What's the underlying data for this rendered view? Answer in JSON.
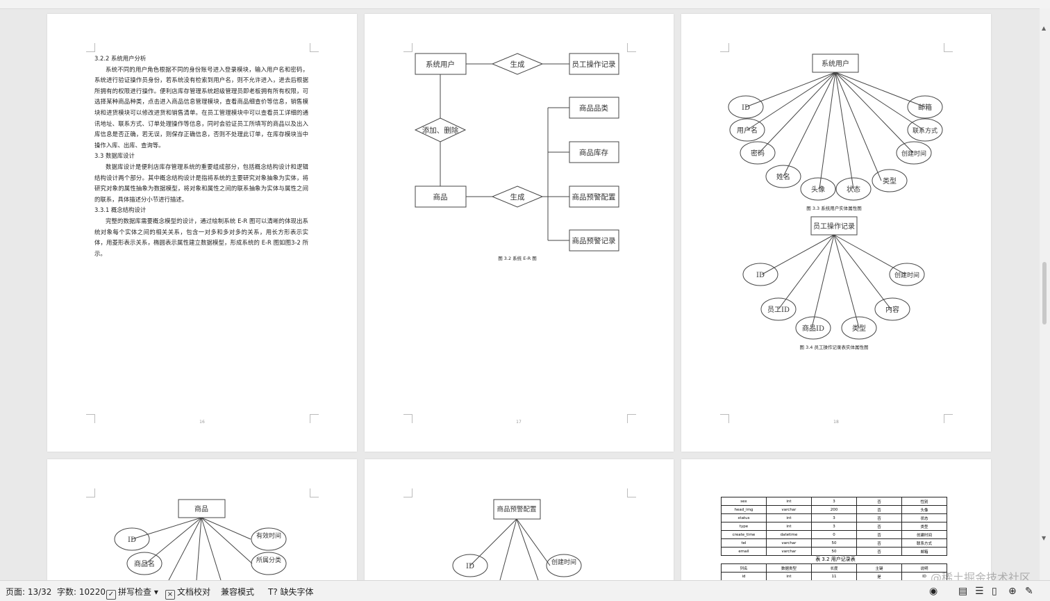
{
  "page1": {
    "h1": "3.2.2 系统用户分析",
    "p1": "系统不同的用户角色根据不同的身份账号进入登录模块，输入用户名和密码，系统进行验证操作员身份，若系统没有检索到用户名，则不允许进入，进去后根据所拥有的权限进行操作。便利店库存管理系统超级管理员即老板拥有所有权限，可选择某种商品种类，点击进入商品信息管理模块，查看商品细查价等信息，销售模块和进货模块可以修改进货和销售清单。在员工管理模块中可以查看员工详细的通讯地址、联系方式、订单处理操作等信息，同时会验证员工所填写的商品以及出入库信息是否正确，若无误，则保存正确信息，否则不处理此订单，在库存模块当中操作入库、出库、查询等。",
    "h2": "3.3 数据库设计",
    "p2": "数据库设计是便利店库存管理系统的重要组成部分，包括概念结构设计和逻辑结构设计两个部分。其中概念结构设计是指将系统的主要研究对象抽象为实体，将研究对象的属性抽象为数据模型，将对象和属性之间的联系抽象为实体与属性之间的联系，具体描述分小节进行描述。",
    "h3": "3.3.1 概念结构设计",
    "p3": "完整的数据库需要概念模型的设计，通过绘制系统 E-R 图可以清晰的体现出系统对象每个实体之间的相关关系，包含一对多和多对多的关系，用长方形表示实体，用菱形表示关系，椭圆表示属性建立数据模型，形成系统的 E-R 图如图3-2 所示。",
    "num": "16"
  },
  "page2": {
    "user": "系统用户",
    "gen1": "生成",
    "log": "员工操作记录",
    "add": "添加、删除",
    "goods": "商品",
    "gen2": "生成",
    "cat": "商品品类",
    "stock": "商品库存",
    "warncfg": "商品预警配置",
    "warnlog": "商品预警记录",
    "caption": "图 3.2 系统 E-R 图",
    "num": "17"
  },
  "page3": {
    "entity1": "系统用户",
    "attrs1": [
      "ID",
      "用户名",
      "密码",
      "姓名",
      "头像",
      "状态",
      "类型",
      "创建时间",
      "联系方式",
      "邮箱"
    ],
    "caption1": "图 3.3 系统用户实体属性图",
    "entity2": "员工操作记录",
    "attrs2": [
      "ID",
      "员工ID",
      "商品ID",
      "类型",
      "内容",
      "创建时间"
    ],
    "caption2": "图 3.4 员工操作记录表实体属性图",
    "num": "18"
  },
  "page4": {
    "entity": "商品",
    "attrs": [
      "ID",
      "商品名",
      "有效时间",
      "所属分类"
    ]
  },
  "page5": {
    "entity": "商品预警配置",
    "attrs": [
      "ID",
      "创建时间"
    ]
  },
  "page6": {
    "rows": [
      [
        "sex",
        "int",
        "3",
        "否",
        "性别"
      ],
      [
        "head_img",
        "varchar",
        "200",
        "否",
        "头像"
      ],
      [
        "status",
        "int",
        "3",
        "否",
        "状态"
      ],
      [
        "type",
        "int",
        "3",
        "否",
        "类型"
      ],
      [
        "create_time",
        "datetime",
        "0",
        "否",
        "创建时间"
      ],
      [
        "tel",
        "varchar",
        "50",
        "否",
        "联系方式"
      ],
      [
        "email",
        "varchar",
        "50",
        "否",
        "邮箱"
      ]
    ],
    "caption": "表 3.2 用户记录表",
    "header": [
      "列名",
      "数据类型",
      "长度",
      "主键",
      "说明"
    ],
    "row2": [
      "id",
      "int",
      "11",
      "是",
      "ID"
    ]
  },
  "status": {
    "page": "页面: 13/32",
    "words": "字数: 10220",
    "spell": "拼写检查",
    "proof": "文档校对",
    "compat": "兼容模式",
    "font": "缺失字体"
  },
  "watermark": "@稀土掘金技术社区"
}
